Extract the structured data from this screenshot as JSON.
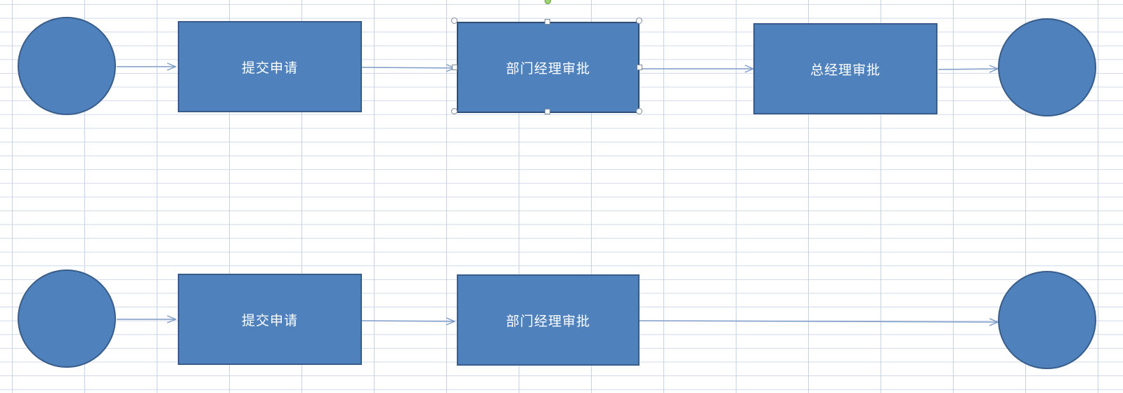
{
  "diagram": {
    "row1": {
      "step1": "提交申请",
      "step2": "部门经理审批",
      "step3": "总经理审批"
    },
    "row2": {
      "step1": "提交申请",
      "step2": "部门经理审批"
    }
  },
  "colors": {
    "shape_fill": "#4f81bd",
    "shape_border": "#385d8a",
    "connector": "#7f9cc8",
    "grid_line": "#c6d3e6"
  }
}
